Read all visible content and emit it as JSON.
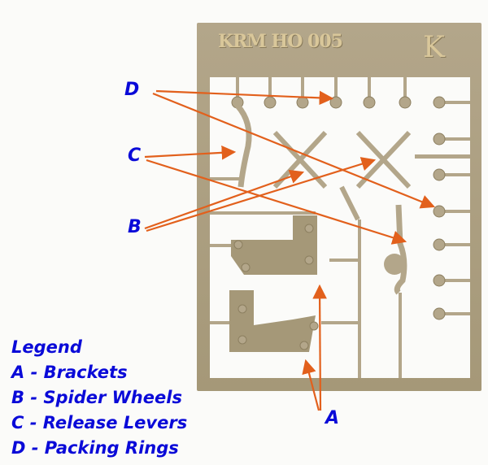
{
  "fret": {
    "title": "KRM HO 005",
    "logo": "K",
    "color": "#b3a68a"
  },
  "callouts": [
    {
      "id": "D",
      "label": "D"
    },
    {
      "id": "C",
      "label": "C"
    },
    {
      "id": "B",
      "label": "B"
    },
    {
      "id": "A",
      "label": "A"
    }
  ],
  "legend": {
    "title": "Legend",
    "items": [
      {
        "key": "A",
        "text": "A - Brackets"
      },
      {
        "key": "B",
        "text": "B - Spider Wheels"
      },
      {
        "key": "C",
        "text": "C - Release Levers"
      },
      {
        "key": "D",
        "text": "D - Packing Rings"
      }
    ]
  },
  "colors": {
    "label": "#0a0ad8",
    "arrow": "#e2601c",
    "background": "#fbfbf9"
  }
}
